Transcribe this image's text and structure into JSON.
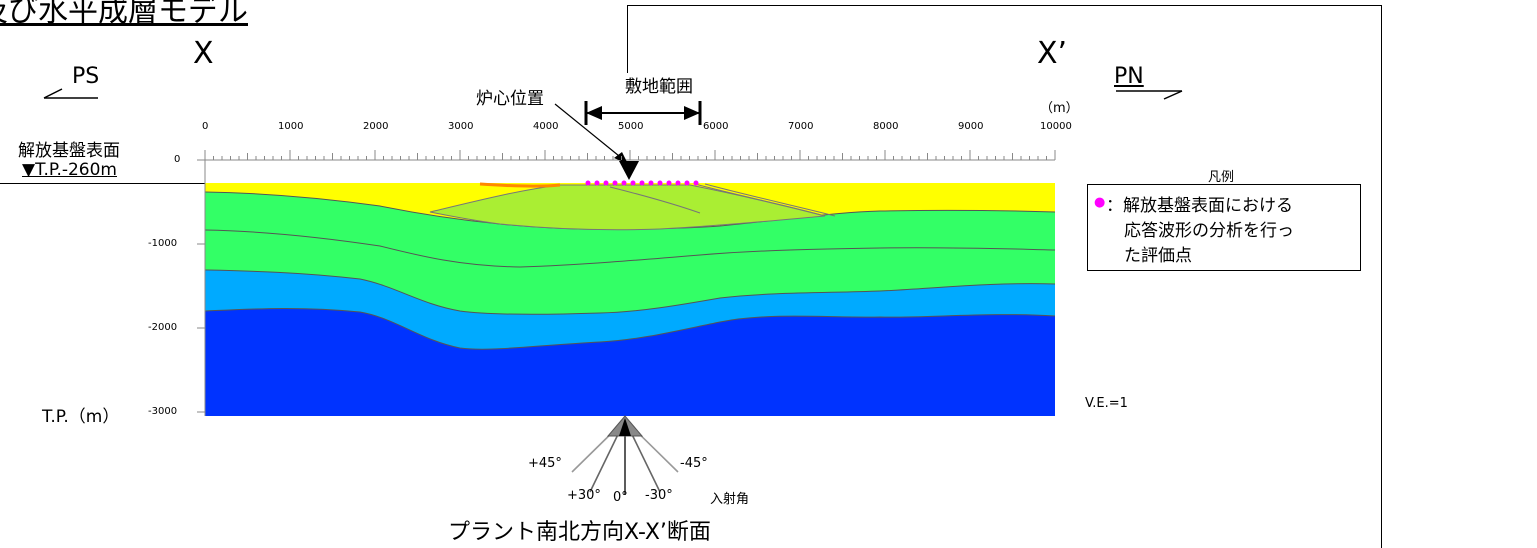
{
  "header": {
    "title_fragment": "及び水平成層モデル"
  },
  "section": {
    "left_end": "X",
    "right_end": "X’",
    "left_direction": "PS",
    "right_direction": "PN"
  },
  "annotations": {
    "reactor_position": "炉心位置",
    "site_extent": "敷地範囲",
    "distance_unit": "（m）",
    "bedrock_surface": "解放基盤表面",
    "bedrock_level": "▼T.P.-260m",
    "elevation_unit": "T.P.（m）",
    "vertical_exaggeration": "V.E.=1",
    "caption": "プラント南北方向X-X’断面",
    "incidence_label": "入射角"
  },
  "axes": {
    "x_ticks": [
      "0",
      "1000",
      "2000",
      "3000",
      "4000",
      "5000",
      "6000",
      "7000",
      "8000",
      "9000",
      "10000"
    ],
    "y_ticks": [
      "0",
      "-1000",
      "-2000",
      "-3000"
    ]
  },
  "incidence_angles": [
    "+45°",
    "+30°",
    "0°",
    "-30°",
    "-45°"
  ],
  "legend": {
    "title": "凡例",
    "marker_symbol": "●",
    "item_lines": [
      "：解放基盤表面における",
      "応答波形の分析を行っ",
      "た評価点"
    ]
  },
  "colors": {
    "surface_layer": "#ffff00",
    "shallow_layer": "#33ff66",
    "middle_layer": "#00aaff",
    "deep_layer": "#0033ff",
    "dome": "#aaee33",
    "eval_point": "#ff00ff"
  }
}
